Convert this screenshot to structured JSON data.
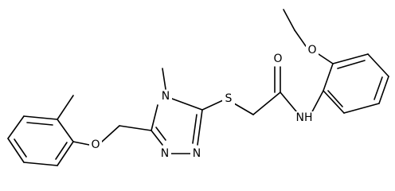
{
  "atom_labels": {
    "ether_oxygen_top": "O",
    "carbonyl_oxygen": "O",
    "amide_nh": "NH",
    "triazole_n4": "N",
    "triazole_n1": "N",
    "triazole_n2": "N",
    "thioether_sulfur": "S",
    "ether_oxygen_bottom": "O"
  }
}
